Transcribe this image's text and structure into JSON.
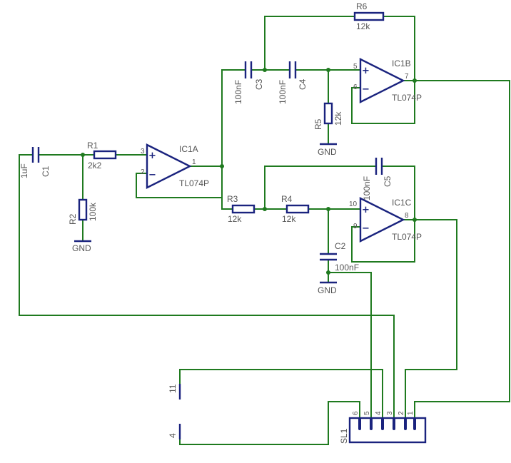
{
  "colors": {
    "wire": "#1f7a1f",
    "part": "#1a237e",
    "label": "#555555"
  },
  "ic": {
    "a": {
      "name": "IC1A",
      "value": "TL074P",
      "pin_plus": "3",
      "pin_minus": "2",
      "pin_out": "1"
    },
    "b": {
      "name": "IC1B",
      "value": "TL074P",
      "pin_plus": "5",
      "pin_minus": "6",
      "pin_out": "7"
    },
    "c": {
      "name": "IC1C",
      "value": "TL074P",
      "pin_plus": "10",
      "pin_minus": "9",
      "pin_out": "8"
    }
  },
  "resistors": {
    "r1": {
      "name": "R1",
      "value": "2k2"
    },
    "r2": {
      "name": "R2",
      "value": "100k"
    },
    "r3": {
      "name": "R3",
      "value": "12k"
    },
    "r4": {
      "name": "R4",
      "value": "12k"
    },
    "r5": {
      "name": "R5",
      "value": "12k"
    },
    "r6": {
      "name": "R6",
      "value": "12k"
    }
  },
  "capacitors": {
    "c1": {
      "name": "C1",
      "value": "1uF"
    },
    "c2": {
      "name": "C2",
      "value": "100nF"
    },
    "c3": {
      "name": "C3",
      "value": "100nF"
    },
    "c4": {
      "name": "C4",
      "value": "100nF"
    },
    "c5": {
      "name": "C5",
      "value": "100nF"
    }
  },
  "grounds": {
    "g1": "GND",
    "g2": "GND",
    "g3": "GND"
  },
  "connector": {
    "name": "SL1",
    "pins": [
      "6",
      "5",
      "4",
      "3",
      "2",
      "1"
    ]
  },
  "supply": {
    "pos": "11",
    "neg": "4"
  },
  "symbols": {
    "plus": "+",
    "minus": "−"
  }
}
